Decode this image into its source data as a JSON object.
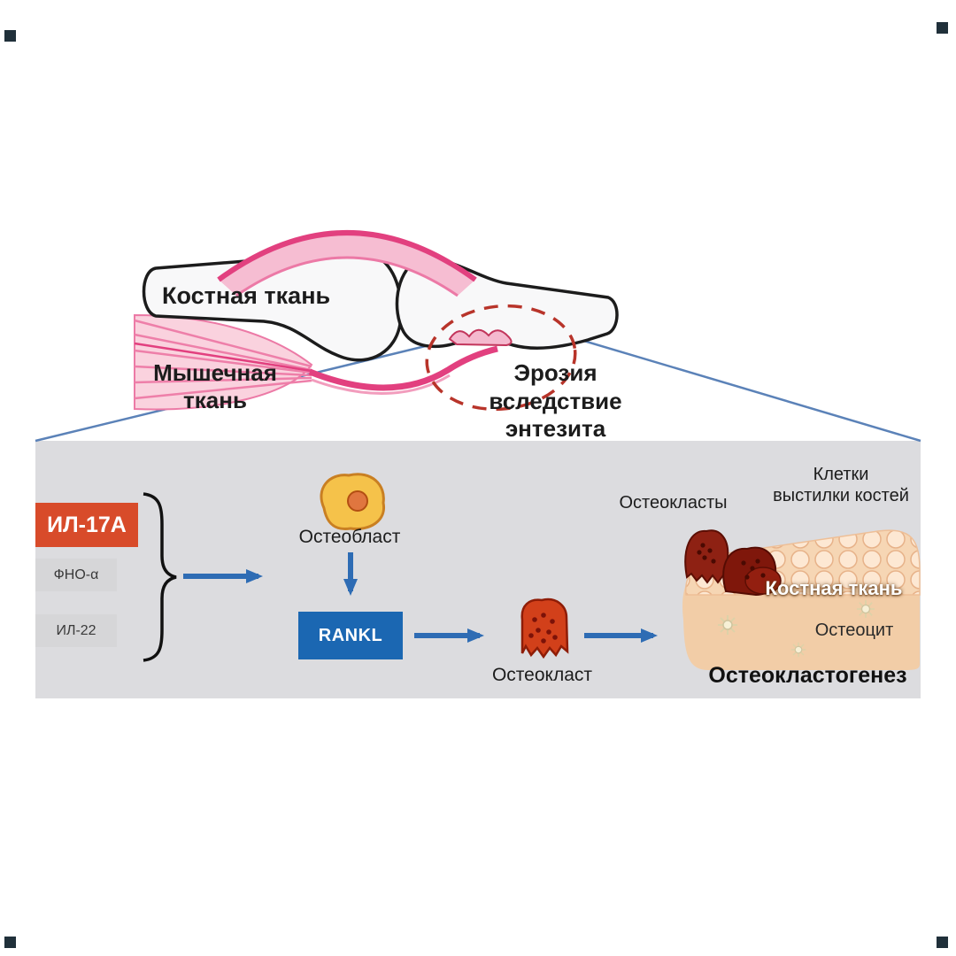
{
  "colors": {
    "arrow_blue": "#2e6cb4",
    "panel_gray": "#dcdcdf",
    "panel_edge_blue": "#5b82b8",
    "pink_dark": "#e2407f",
    "pink_light": "#f6bdd2",
    "dashed_red": "#b8342a",
    "il17a_red": "#d84b2a",
    "chip_gray": "#d6d6d8",
    "rankl_blue": "#1b67b2",
    "cell_yellow": "#f5c24a",
    "osteoclast_orange": "#d2401a",
    "osteoclast_dark": "#8e2113",
    "bone_beige": "#f2cda7",
    "ink": "#1c1c1c"
  },
  "joint": {
    "bone_label": "Костная ткань",
    "muscle_label": "Мышечная\nткань",
    "erosion_label": "Эрозия\nвследствие\nэнтезита"
  },
  "pathway": {
    "il17a": "ИЛ-17А",
    "tnf_alpha": "ФНО-α",
    "il22": "ИЛ-22",
    "osteoblast": "Остеобласт",
    "rankl": "RANKL",
    "osteoclast": "Остеокласт"
  },
  "bone_panel": {
    "osteoclasts": "Остеокласты",
    "lining_cells": "Клетки\nвыстилки костей",
    "bone_tissue": "Костная ткань",
    "osteocyte": "Остеоцит",
    "caption": "Остеокластогенез"
  }
}
